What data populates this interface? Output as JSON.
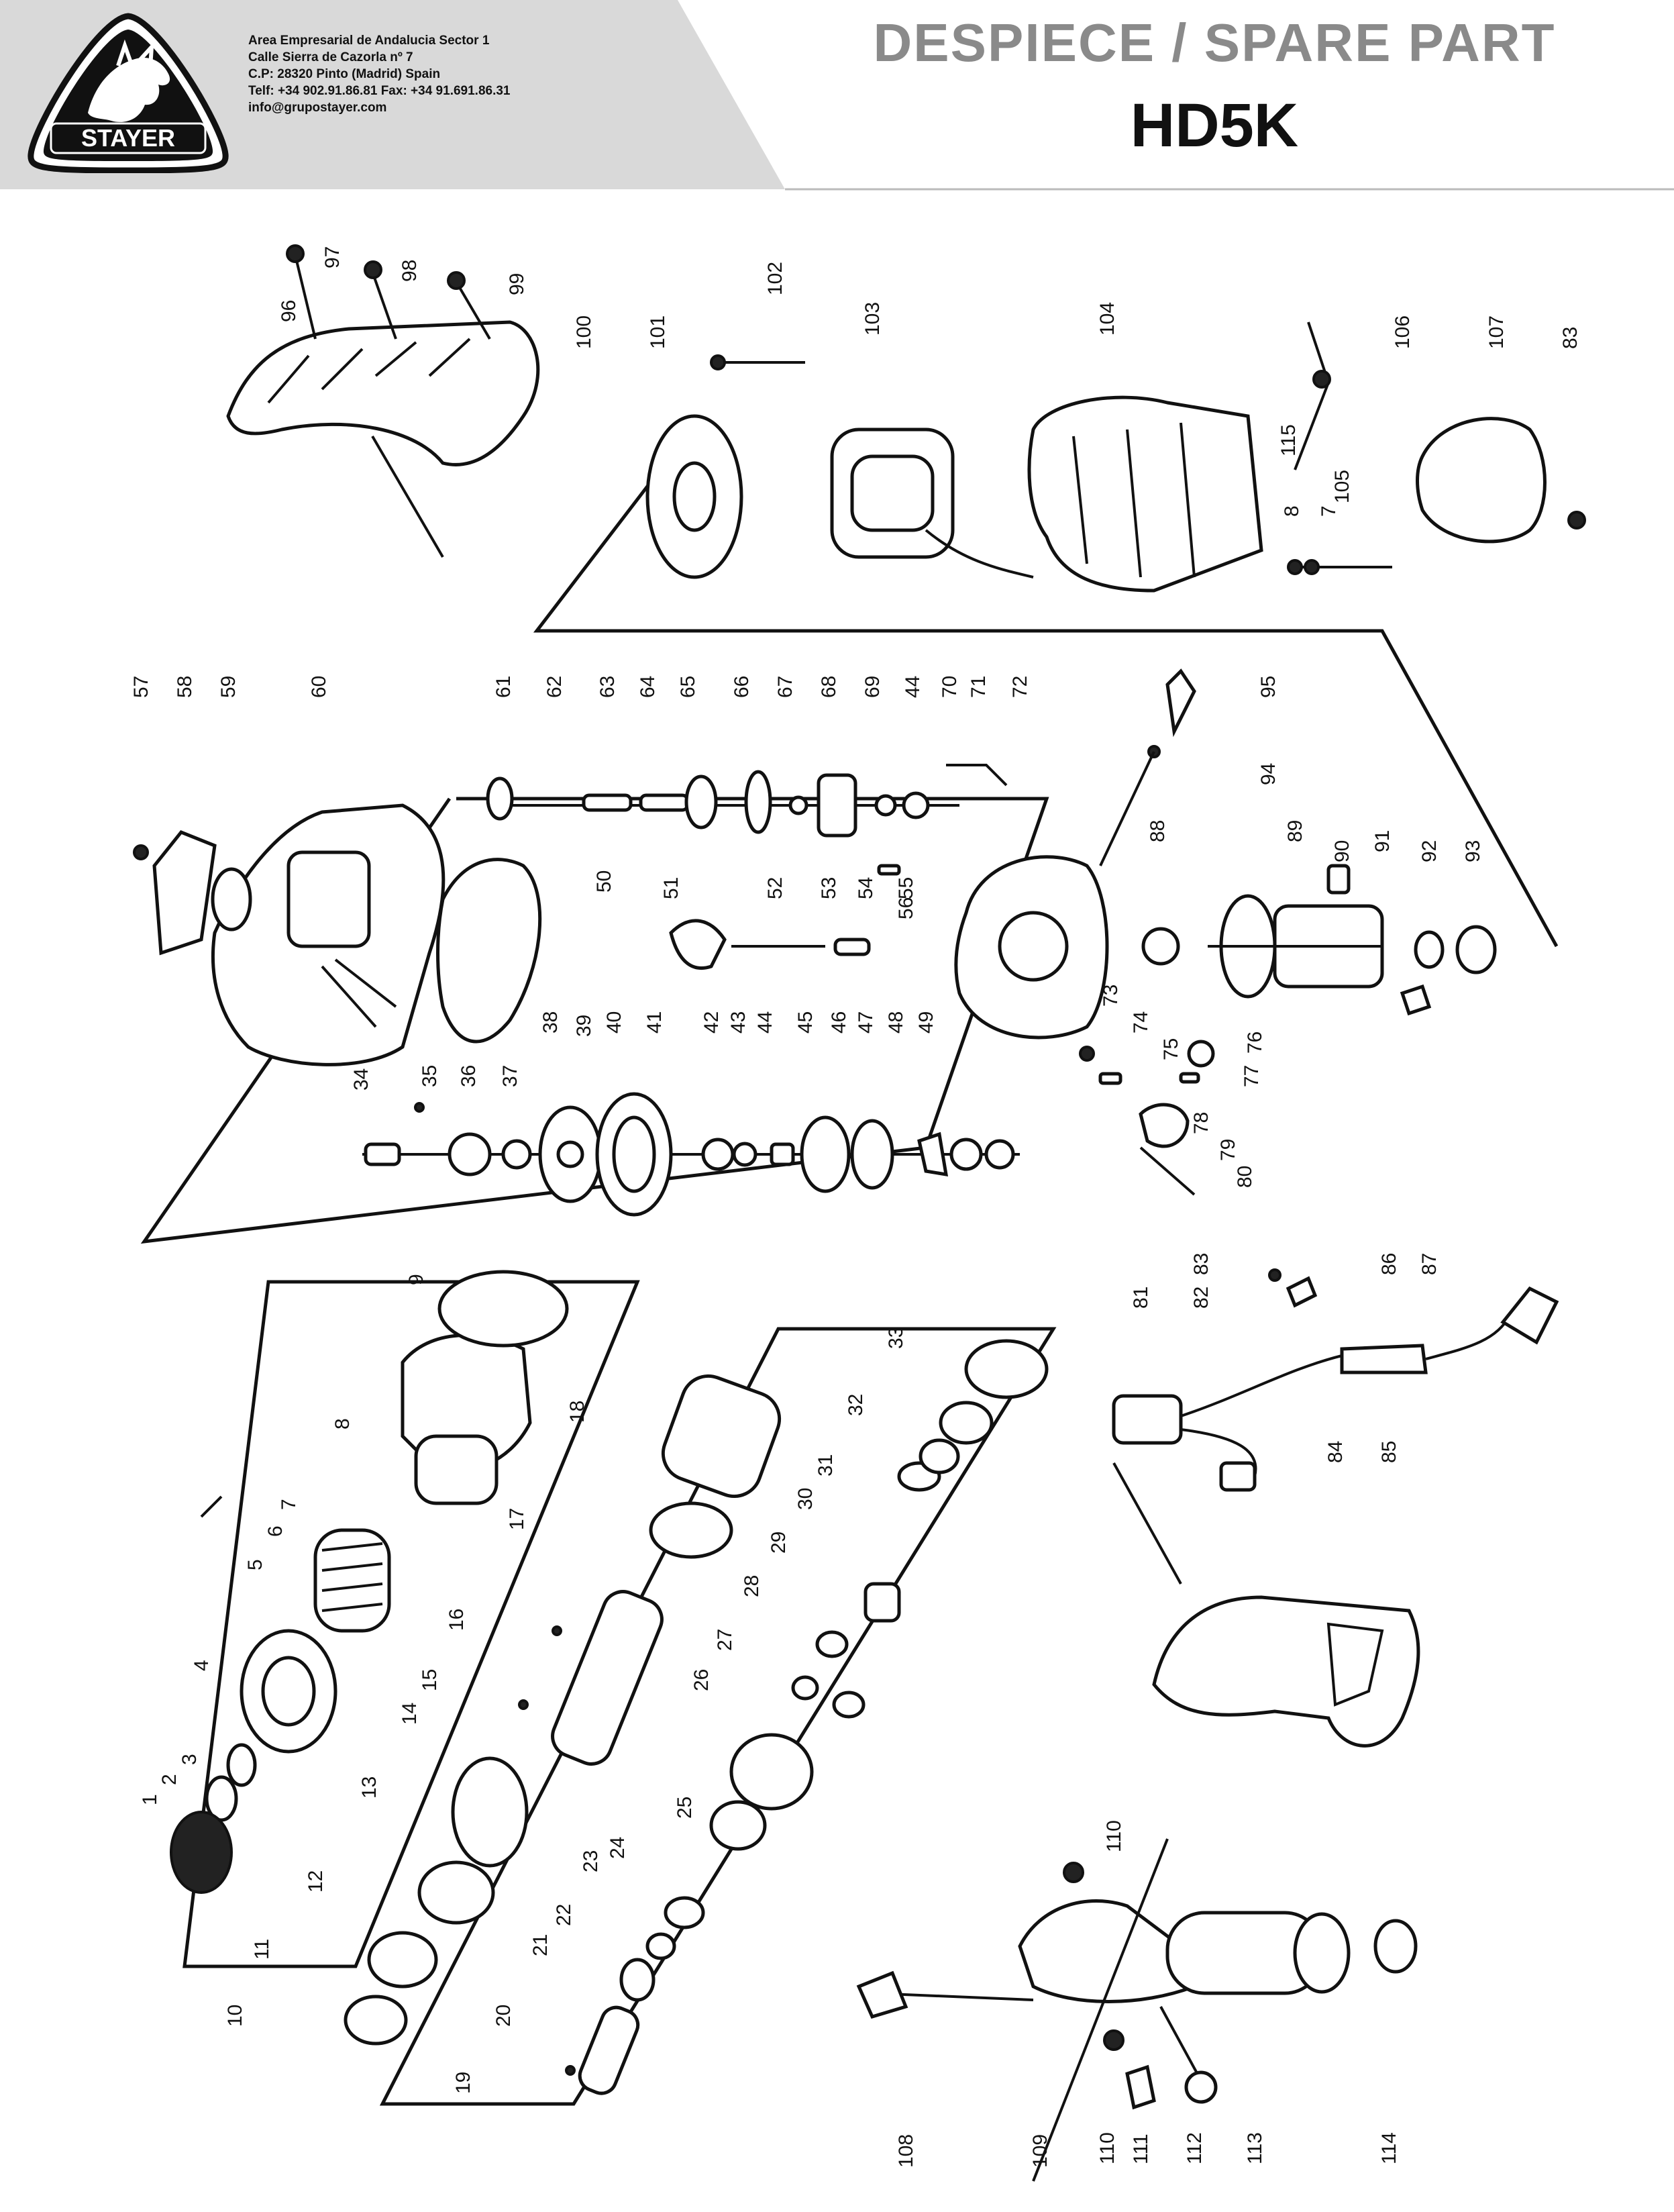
{
  "header": {
    "brand": "STAYER",
    "company_lines": [
      "Area Empresarial de Andalucia Sector 1",
      "Calle Sierra de Cazorla nº 7",
      "C.P: 28320 Pinto (Madrid) Spain",
      "Telf: +34 902.91.86.81 Fax: +34 91.691.86.31",
      "info@grupostayer.com"
    ],
    "title": "DESPIECE / SPARE PART",
    "model": "HD5K"
  },
  "colors": {
    "header_band": "#d9d9d9",
    "ink": "#111111",
    "title_gray": "#8a8a8a"
  },
  "parts": [
    "1",
    "2",
    "3",
    "4",
    "5",
    "6",
    "7",
    "8",
    "9",
    "10",
    "11",
    "12",
    "13",
    "14",
    "15",
    "16",
    "17",
    "18",
    "19",
    "20",
    "21",
    "22",
    "23",
    "24",
    "25",
    "26",
    "27",
    "28",
    "29",
    "30",
    "31",
    "32",
    "33",
    "34",
    "35",
    "36",
    "37",
    "38",
    "39",
    "40",
    "41",
    "42",
    "43",
    "44",
    "45",
    "46",
    "47",
    "48",
    "49",
    "50",
    "51",
    "52",
    "53",
    "54",
    "55",
    "56",
    "57",
    "58",
    "59",
    "60",
    "61",
    "62",
    "63",
    "64",
    "65",
    "66",
    "67",
    "68",
    "69",
    "70",
    "71",
    "72",
    "73",
    "74",
    "75",
    "76",
    "77",
    "78",
    "79",
    "80",
    "81",
    "82",
    "83",
    "84",
    "85",
    "86",
    "87",
    "88",
    "89",
    "90",
    "91",
    "92",
    "93",
    "94",
    "95",
    "96",
    "97",
    "98",
    "99",
    "100",
    "101",
    "102",
    "103",
    "104",
    "105",
    "106",
    "107",
    "108",
    "109",
    "110",
    "111",
    "112",
    "113",
    "114",
    "115"
  ]
}
